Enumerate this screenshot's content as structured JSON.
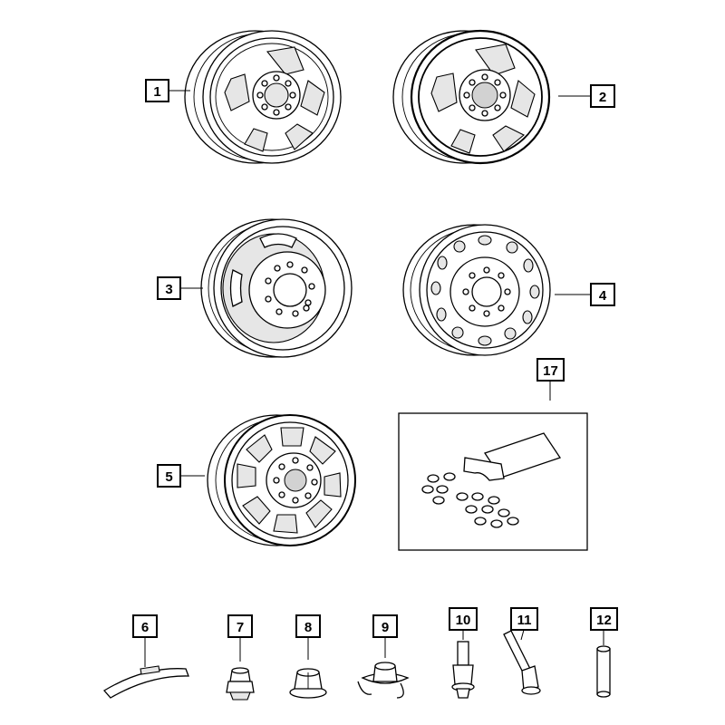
{
  "diagram": {
    "callouts": [
      {
        "id": "callout-1",
        "label": "1"
      },
      {
        "id": "callout-2",
        "label": "2"
      },
      {
        "id": "callout-3",
        "label": "3"
      },
      {
        "id": "callout-4",
        "label": "4"
      },
      {
        "id": "callout-5",
        "label": "5"
      },
      {
        "id": "callout-6",
        "label": "6"
      },
      {
        "id": "callout-7",
        "label": "7"
      },
      {
        "id": "callout-8",
        "label": "8"
      },
      {
        "id": "callout-9",
        "label": "9"
      },
      {
        "id": "callout-10",
        "label": "10"
      },
      {
        "id": "callout-11",
        "label": "11"
      },
      {
        "id": "callout-12",
        "label": "12"
      },
      {
        "id": "callout-17",
        "label": "17"
      }
    ]
  },
  "colors": {
    "line": "#000000",
    "background": "#ffffff",
    "shade": "#e6e6e6"
  }
}
